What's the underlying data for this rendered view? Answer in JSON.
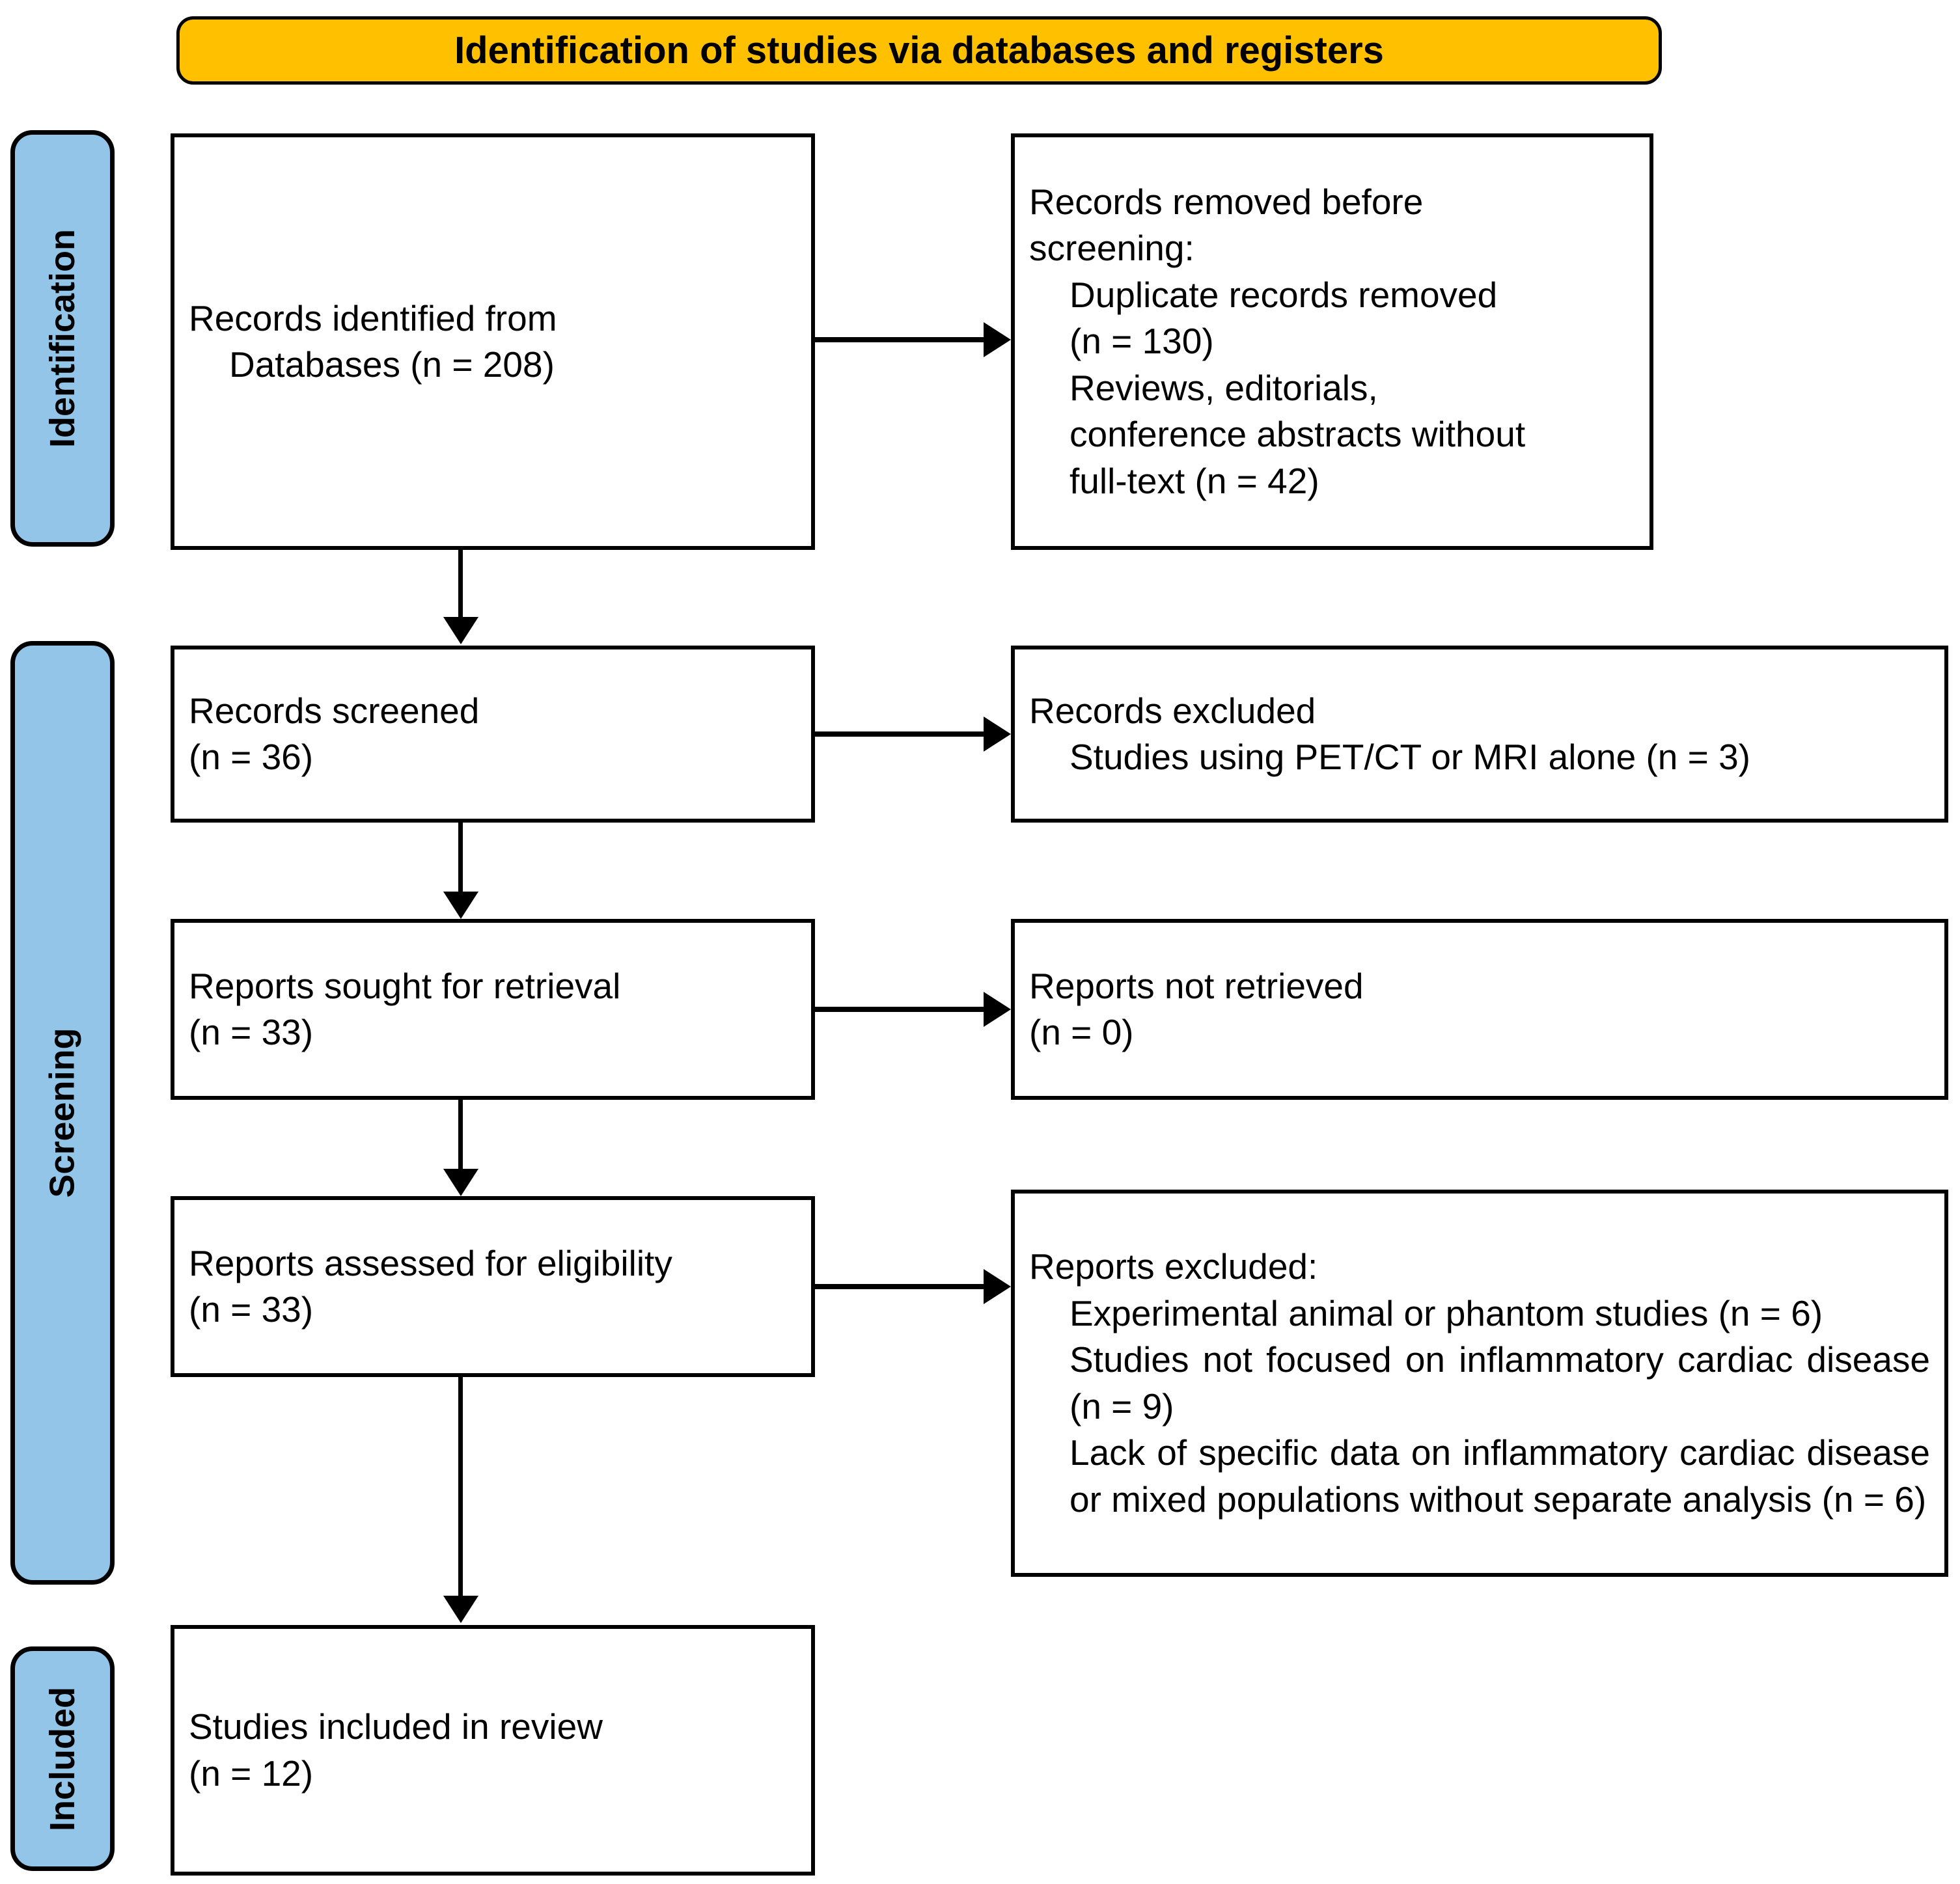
{
  "banner": {
    "title": "Identification of studies via databases and registers",
    "bg_color": "#FFC000"
  },
  "stages": {
    "bg_color": "#92C5E8",
    "identification": "Identification",
    "screening": "Screening",
    "included": "Included"
  },
  "boxes": {
    "records_identified": {
      "line1": "Records identified from",
      "line2": "Databases (n = 208)"
    },
    "records_removed": {
      "line1_a": "Records removed ",
      "line1_b": "before",
      "line2_b": "screening",
      "line2_c": ":",
      "line3": "Duplicate records removed",
      "line4": "(n = 130)",
      "line5": "Reviews, editorials,",
      "line6": "conference abstracts without",
      "line7": "full-text (n = 42)"
    },
    "records_screened": {
      "line1": "Records screened",
      "line2": "(n = 36)"
    },
    "records_excluded": {
      "line1": "Records excluded",
      "line2": "Studies using PET/CT or MRI alone (n = 3)"
    },
    "reports_sought": {
      "line1": "Reports sought for retrieval",
      "line2": "(n = 33)"
    },
    "reports_not_retrieved": {
      "line1": "Reports not retrieved",
      "line2": "(n = 0)"
    },
    "reports_assessed": {
      "line1": "Reports assessed for eligibility",
      "line2": "(n = 33)"
    },
    "reports_excluded": {
      "line1": "Reports excluded:",
      "line2": "Experimental animal or phantom studies (n = 6)",
      "line3": "Studies not focused on inflammatory cardiac disease (n = 9)",
      "line4": "Lack of specific data on inflammatory cardiac disease or mixed populations without separate analysis (n = 6)"
    },
    "studies_included": {
      "line1": "Studies included in review",
      "line2": "(n = 12)"
    }
  },
  "chart_data": {
    "type": "diagram",
    "title": "Identification of studies via databases and registers",
    "flow": [
      {
        "stage": "Identification",
        "node": "Records identified from Databases",
        "n": 208
      },
      {
        "stage": "Identification",
        "node": "Duplicate records removed",
        "n": 130
      },
      {
        "stage": "Identification",
        "node": "Reviews, editorials, conference abstracts without full-text",
        "n": 42
      },
      {
        "stage": "Screening",
        "node": "Records screened",
        "n": 36
      },
      {
        "stage": "Screening",
        "node": "Studies using PET/CT or MRI alone (excluded)",
        "n": 3
      },
      {
        "stage": "Screening",
        "node": "Reports sought for retrieval",
        "n": 33
      },
      {
        "stage": "Screening",
        "node": "Reports not retrieved",
        "n": 0
      },
      {
        "stage": "Screening",
        "node": "Reports assessed for eligibility",
        "n": 33
      },
      {
        "stage": "Screening",
        "node": "Experimental animal or phantom studies (excluded)",
        "n": 6
      },
      {
        "stage": "Screening",
        "node": "Studies not focused on inflammatory cardiac disease (excluded)",
        "n": 9
      },
      {
        "stage": "Screening",
        "node": "Lack of specific data on inflammatory cardiac disease or mixed populations without separate analysis (excluded)",
        "n": 6
      },
      {
        "stage": "Included",
        "node": "Studies included in review",
        "n": 12
      }
    ]
  }
}
